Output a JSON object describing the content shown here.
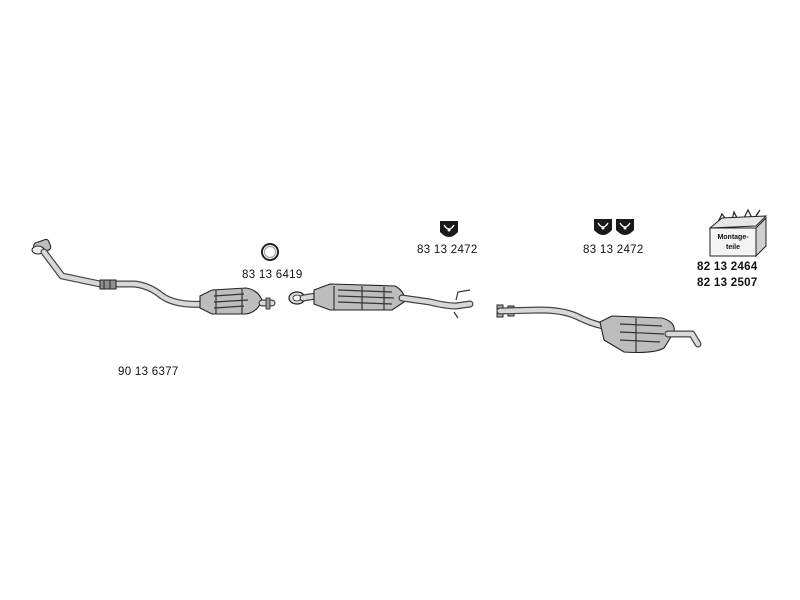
{
  "part_numbers": {
    "front_pipe": "90 13 6377",
    "gasket_ring": "83 13 6419",
    "hanger_middle": "83 13 2472",
    "hanger_rear": "83 13 2472",
    "mounting_kit_1": "82 13 2464",
    "mounting_kit_2": "82 13 2507"
  },
  "mounting_kit_box": {
    "label_line1": "Montage-",
    "label_line2": "teile"
  }
}
